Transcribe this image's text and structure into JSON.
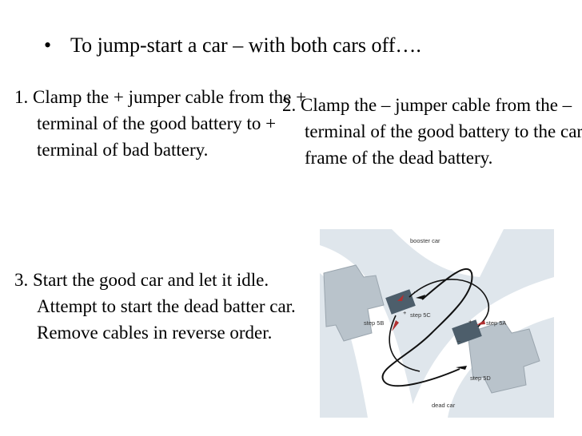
{
  "heading": {
    "bullet": "•",
    "text": "To jump-start a car – with both cars off…."
  },
  "steps": [
    {
      "text": "1. Clamp the + jumper cable from the + terminal of the good battery to + terminal of bad battery."
    },
    {
      "text": "2. Clamp the – jumper cable from the – terminal of the good battery to the car frame of the dead battery."
    },
    {
      "text": "3. Start the good car and let it idle. Attempt to start the dead batter car. Remove cables in reverse order."
    }
  ],
  "diagram": {
    "labels": {
      "booster": "booster car",
      "dead": "dead car",
      "step5a": "step 5A",
      "step5b": "step 5B",
      "step5c": "step 5C",
      "step5d": "step 5D",
      "plus1": "+",
      "minus1": "–",
      "plus2": "+",
      "minus2": "–"
    },
    "colors": {
      "background": "#dfe6ec",
      "road": "#ffffff",
      "building": "#b9c3cb",
      "battery": "#4d5e6b",
      "red_clamp": "#b03030",
      "black_cable": "#111111"
    }
  }
}
